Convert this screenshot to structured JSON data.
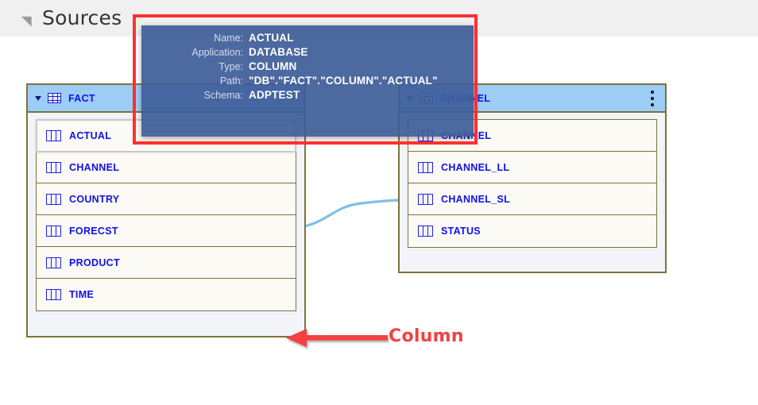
{
  "topbar": {
    "title": "Sources",
    "collapse_icon": "triangle-collapse-icon"
  },
  "tooltip": {
    "rows": [
      {
        "label": "Name:",
        "value": "ACTUAL"
      },
      {
        "label": "Application:",
        "value": "DATABASE"
      },
      {
        "label": "Type:",
        "value": "COLUMN"
      },
      {
        "label": "Path:",
        "value": "\"DB\".\"FACT\".\"COLUMN\".\"ACTUAL\""
      },
      {
        "label": "Schema:",
        "value": "ADPTEST"
      }
    ]
  },
  "entities": [
    {
      "name": "FACT",
      "menu_icon": "kebab-menu-icon",
      "table_icon": "table-icon",
      "columns": [
        {
          "name": "ACTUAL",
          "selected": true
        },
        {
          "name": "CHANNEL",
          "selected": false
        },
        {
          "name": "COUNTRY",
          "selected": false
        },
        {
          "name": "FORECST",
          "selected": false
        },
        {
          "name": "PRODUCT",
          "selected": false
        },
        {
          "name": "TIME",
          "selected": false
        }
      ]
    },
    {
      "name": "CHANNEL",
      "menu_icon": "kebab-menu-icon",
      "table_icon": "table-icon",
      "columns": [
        {
          "name": "CHANNEL",
          "selected": false
        },
        {
          "name": "CHANNEL_LL",
          "selected": false
        },
        {
          "name": "CHANNEL_SL",
          "selected": false
        },
        {
          "name": "STATUS",
          "selected": false
        }
      ]
    }
  ],
  "annotations": {
    "label": "Column",
    "arrow_icon": "left-arrow-icon",
    "highlight_icon": "red-rectangle-highlight"
  },
  "colors": {
    "annotation_red": "#f44040",
    "highlight_border": "#fc3030",
    "entity_header": "#9ccdf5",
    "entity_border": "#7d7339",
    "column_text": "#1010ee",
    "tooltip_bg": "#3e5e99",
    "connector": "#7ec0e8",
    "topbar_bg": "#f0f0f0"
  }
}
